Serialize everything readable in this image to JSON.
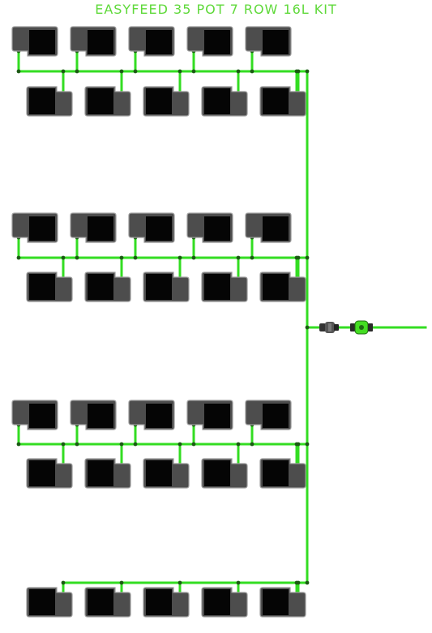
{
  "title": "EASYFEED 35 POT 7 ROW 16L KIT",
  "colors": {
    "tube": "#33dd22",
    "pot_outer": "#4d4d4d",
    "pot_inner": "#050505",
    "pot_border": "#9a9a9a",
    "connector_body": "#555555",
    "valve_green": "#44dd22",
    "title": "#5fd93a"
  },
  "diagram": {
    "rows": 7,
    "pots_per_row": 5,
    "total_pots": 35,
    "pot_size_litres": 16,
    "row_groups": [
      {
        "name": "group-1",
        "rows": [
          "above-line",
          "below-line"
        ]
      },
      {
        "name": "group-2",
        "rows": [
          "above-line",
          "below-line"
        ]
      },
      {
        "name": "group-3",
        "rows": [
          "above-line",
          "below-line"
        ]
      },
      {
        "name": "group-4",
        "rows": [
          "below-line"
        ]
      }
    ],
    "components": [
      "pot",
      "feed-line",
      "main-supply-line",
      "inline-connector",
      "shut-off-valve"
    ]
  }
}
